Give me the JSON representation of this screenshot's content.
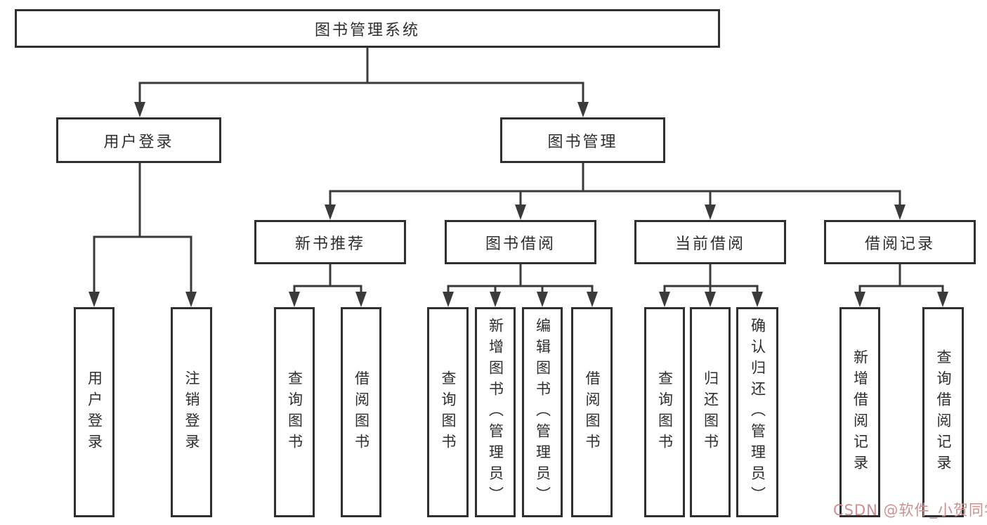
{
  "diagram_title": "图书管理系统",
  "nodes": {
    "root": "图书管理系统",
    "level2": {
      "login": "用户登录",
      "mgmt": "图书管理"
    },
    "login_children": [
      "用户登录",
      "注销登录"
    ],
    "branches": [
      {
        "label": "新书推荐",
        "children": [
          "查询图书",
          "借阅图书"
        ]
      },
      {
        "label": "图书借阅",
        "children": [
          "查询图书",
          "新增图书（管理员）",
          "编辑图书（管理员）",
          "借阅图书"
        ]
      },
      {
        "label": "当前借阅",
        "children": [
          "查询图书",
          "归还图书",
          "确认归还（管理员）"
        ]
      },
      {
        "label": "借阅记录",
        "children": [
          "新增借阅记录",
          "查询借阅记录"
        ]
      }
    ]
  },
  "watermark": {
    "text": "CSDN @软件_小贺同学",
    "color": "#ce8f8f"
  },
  "colors": {
    "background": "#ffffff",
    "box_border": "#2f2f2f",
    "connector_line": "#3a3a3a",
    "text": "#2e2e2e"
  }
}
